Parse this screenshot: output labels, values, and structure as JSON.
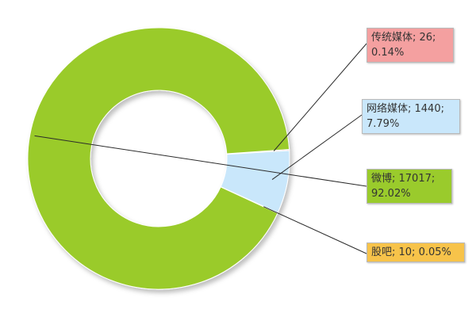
{
  "chart_data": {
    "type": "pie",
    "donut": true,
    "legend": "none",
    "slices": [
      {
        "name": "传统媒体",
        "value": 26,
        "percent": "0.14%",
        "color": "#f4a0a0",
        "label_line1": "传统媒体; 26;",
        "label_line2": "0.14%"
      },
      {
        "name": "网络媒体",
        "value": 1440,
        "percent": "7.79%",
        "color": "#c9e7fb",
        "label_line1": "网络媒体; 1440;",
        "label_line2": "7.79%"
      },
      {
        "name": "微博",
        "value": 17017,
        "percent": "92.02%",
        "color": "#9acb2c",
        "label_line1": "微博; 17017;",
        "label_line2": "92.02%"
      },
      {
        "name": "股吧",
        "value": 10,
        "percent": "0.05%",
        "color": "#f7c34a",
        "label_line1": "股吧; 10; 0.05%",
        "label_line2": ""
      }
    ]
  }
}
